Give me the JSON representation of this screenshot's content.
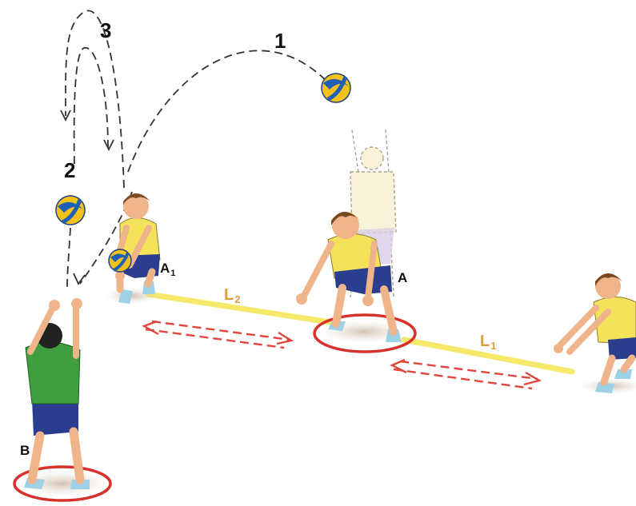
{
  "diagram": {
    "trajectory_labels": {
      "t1": "1",
      "t2": "2",
      "t3": "3"
    },
    "players": {
      "B": {
        "label": "B",
        "shirt": "green"
      },
      "A1": {
        "label": "A",
        "sub": "1",
        "shirt": "yellow"
      },
      "A": {
        "label": "A",
        "shirt": "yellow"
      },
      "right": {
        "shirt": "yellow"
      }
    },
    "distances": {
      "L2": {
        "label": "L",
        "sub": "2"
      },
      "L1": {
        "label": "L",
        "sub": "1"
      }
    },
    "colors": {
      "ball_yellow": "#f2c21b",
      "ball_blue": "#1f5fb5",
      "shirt_yellow": "#f3e25a",
      "shirt_green": "#3f9e3f",
      "shorts_blue": "#2a3d8f",
      "skin": "#f0b48a",
      "hair": "#7a4a22",
      "court_line": "#f6e96a",
      "ring_red": "#d8312b",
      "arrow_red": "#e0473c",
      "distance_label": "#e69a3c",
      "trajectory": "#333333"
    }
  }
}
